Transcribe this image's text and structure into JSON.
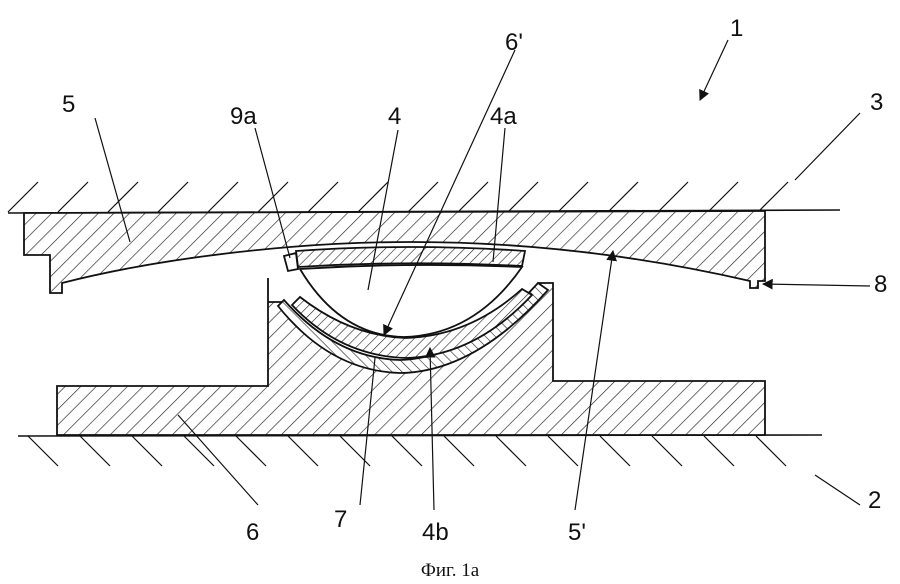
{
  "figure": {
    "caption": "Фиг. 1а",
    "labels": {
      "l1": "1",
      "l2": "2",
      "l3": "3",
      "l4": "4",
      "l4a": "4a",
      "l4b": "4b",
      "l5": "5",
      "l5p": "5'",
      "l6": "6",
      "l6p": "6'",
      "l7": "7",
      "l8": "8",
      "l9a": "9a"
    }
  },
  "colors": {
    "ink": "#111111",
    "background": "#ffffff"
  }
}
